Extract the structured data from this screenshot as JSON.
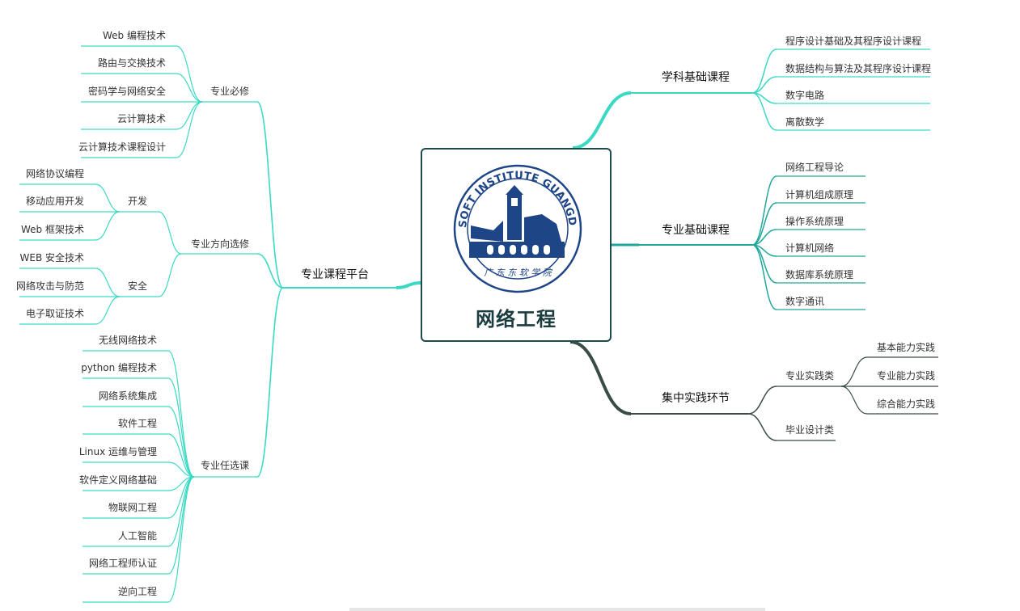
{
  "root": {
    "title": "网络工程",
    "logo_text": "NEUSOFT INSTITUTE GUANGDONG",
    "logo_sub": "广 东 东 软 学 院"
  },
  "colors": {
    "teal": "#3ad9c4",
    "dark_teal": "#21a79a",
    "dark": "#394c48",
    "navy": "#1e4586"
  },
  "right": {
    "subject_basic": {
      "label": "学科基础课程",
      "items": [
        "程序设计基础及其程序设计课程",
        "数据结构与算法及其程序设计课程",
        "数字电路",
        "离散数学"
      ]
    },
    "major_basic": {
      "label": "专业基础课程",
      "items": [
        "网络工程导论",
        "计算机组成原理",
        "操作系统原理",
        "计算机网络",
        "数据库系统原理",
        "数字通讯"
      ]
    },
    "practice": {
      "label": "集中实践环节",
      "practice_type": "专业实践类",
      "practice_items": [
        "基本能力实践",
        "专业能力实践",
        "综合能力实践"
      ],
      "graduation": "毕业设计类"
    }
  },
  "left": {
    "platform": "专业课程平台",
    "required": {
      "label": "专业必修",
      "items": [
        "Web 编程技术",
        "路由与交换技术",
        "密码学与网络安全",
        "云计算技术",
        "云计算技术课程设计"
      ]
    },
    "direction": {
      "label": "专业方向选修",
      "dev": {
        "label": "开发",
        "items": [
          "网络协议编程",
          "移动应用开发",
          "Web 框架技术"
        ]
      },
      "sec": {
        "label": "安全",
        "items": [
          "WEB 安全技术",
          "网络攻击与防范",
          "电子取证技术"
        ]
      }
    },
    "elective": {
      "label": "专业任选课",
      "items": [
        "无线网络技术",
        "python 编程技术",
        "网络系统集成",
        "软件工程",
        "Linux 运维与管理",
        "软件定义网络基础",
        "物联网工程",
        "人工智能",
        "网络工程师认证",
        "逆向工程"
      ]
    }
  }
}
